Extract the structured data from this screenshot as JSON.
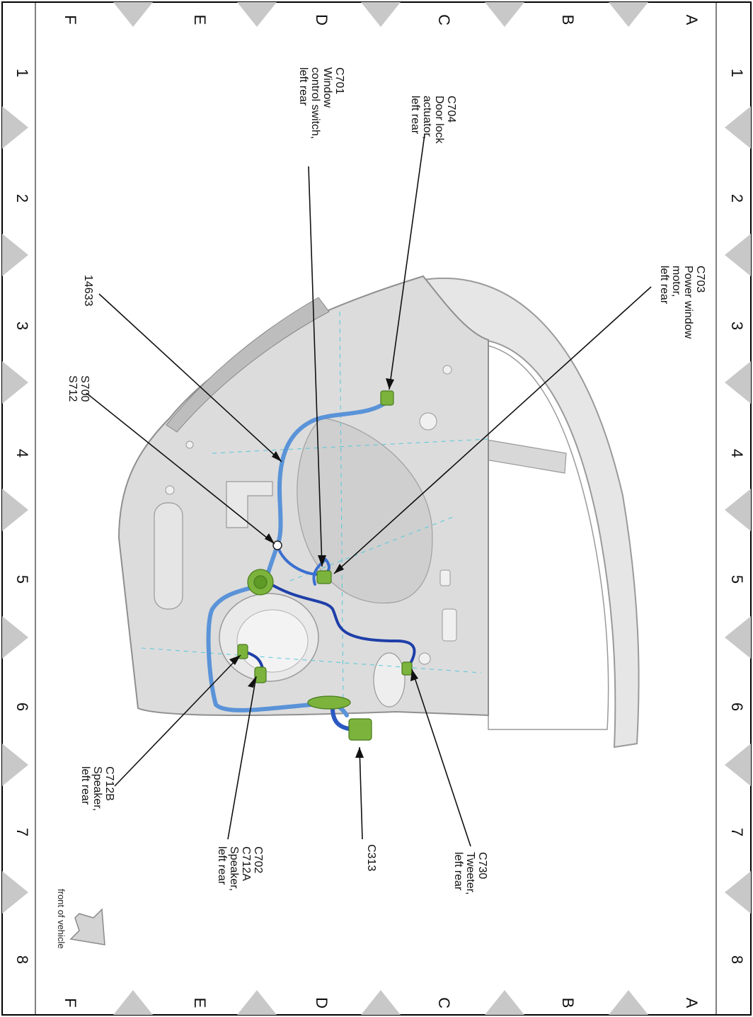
{
  "grid": {
    "letters": [
      "F",
      "E",
      "D",
      "C",
      "B",
      "A"
    ],
    "numbers": [
      "1",
      "2",
      "3",
      "4",
      "5",
      "6",
      "7",
      "8"
    ]
  },
  "callouts": [
    {
      "id": "c701",
      "lines": [
        "C701",
        "Window",
        "control switch,",
        "left rear"
      ]
    },
    {
      "id": "c704",
      "lines": [
        "C704",
        "Door lock",
        "actuator,",
        "left rear"
      ]
    },
    {
      "id": "c703",
      "lines": [
        "C703",
        "Power window",
        "motor,",
        "left rear"
      ]
    },
    {
      "id": "h14633",
      "lines": [
        "14633"
      ]
    },
    {
      "id": "s700",
      "lines": [
        "S700",
        "S712"
      ]
    },
    {
      "id": "c712b",
      "lines": [
        "C712B",
        "Speaker,",
        "left rear"
      ]
    },
    {
      "id": "c702",
      "lines": [
        "C702",
        "C712A",
        "Speaker,",
        "left rear"
      ]
    },
    {
      "id": "c313",
      "lines": [
        "C313"
      ]
    },
    {
      "id": "c730",
      "lines": [
        "C730",
        "Tweeter,",
        "left rear"
      ]
    }
  ],
  "orientation_label": "front of vehicle",
  "colors": {
    "harness": "#3a6fd0",
    "harness_dark": "#1f3fa8",
    "connector": "#7bb33c",
    "door_panel": "#dcdcdc",
    "marker": "#c8c8c8"
  }
}
